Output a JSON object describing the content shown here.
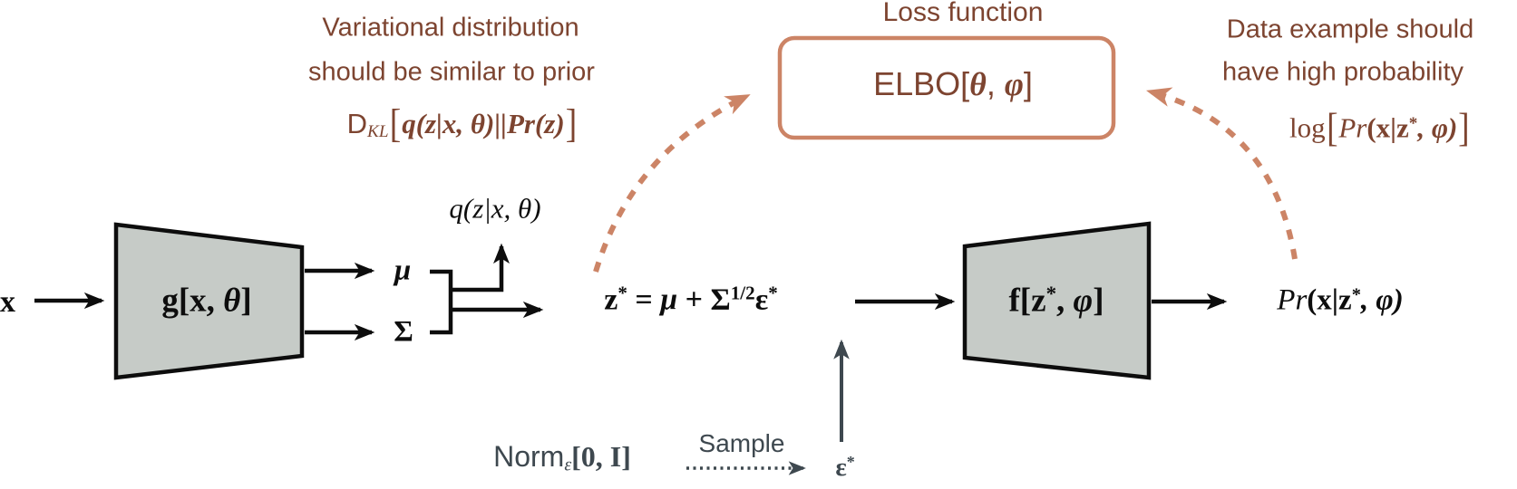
{
  "colors": {
    "annotation_text": "#7d4430",
    "salmon_accent": "#cc8466",
    "noise_gray": "#3e484f",
    "ink": "#0d0d0d",
    "node_fill": "#c6cbc7"
  },
  "annotation_left": {
    "line1": "Variational distribution",
    "line2": "should be similar to prior",
    "math_d": "D",
    "math_sub": "KL",
    "math_open": "[",
    "math_body": "q(z|x, θ)||Pr(z)",
    "math_close": "]"
  },
  "loss": {
    "title": "Loss function",
    "elbo_pre": "ELBO[",
    "theta": "θ",
    "comma": ", ",
    "phi": "φ",
    "close": "]"
  },
  "annotation_right": {
    "line1": "Data example should",
    "line2": "have high probability",
    "math_log": "log",
    "math_open": "[",
    "math_pr": "Pr",
    "math_body": "(x|z",
    "math_sup": "*",
    "math_tail": ", φ)",
    "math_close": "]"
  },
  "encoder": {
    "input": "x",
    "label_pre": "g[x, ",
    "label_theta": "θ",
    "label_close": "]",
    "out_mu": "μ",
    "out_sigma": "Σ"
  },
  "latent": {
    "q_label": "q(z|x, θ)",
    "eq_z": "z",
    "eq_zsup": "*",
    "eq_equals": " = ",
    "eq_mu": "μ",
    "eq_plus": " + ",
    "eq_sigma": "Σ",
    "eq_sigsup": "1/2",
    "eq_eps": "ε",
    "eq_epssup": "*"
  },
  "decoder": {
    "label_pre": "f[z",
    "label_sup": "*",
    "label_mid": ", ",
    "label_phi": "φ",
    "label_close": "]",
    "output_pr": "Pr",
    "output_body": "(x|z",
    "output_sup": "*",
    "output_tail": ", φ)"
  },
  "noise": {
    "dist_name": "Norm",
    "dist_sub": "ε",
    "dist_args": "[0, I]",
    "sample_label": "Sample",
    "eps": "ε",
    "eps_sup": "*"
  }
}
